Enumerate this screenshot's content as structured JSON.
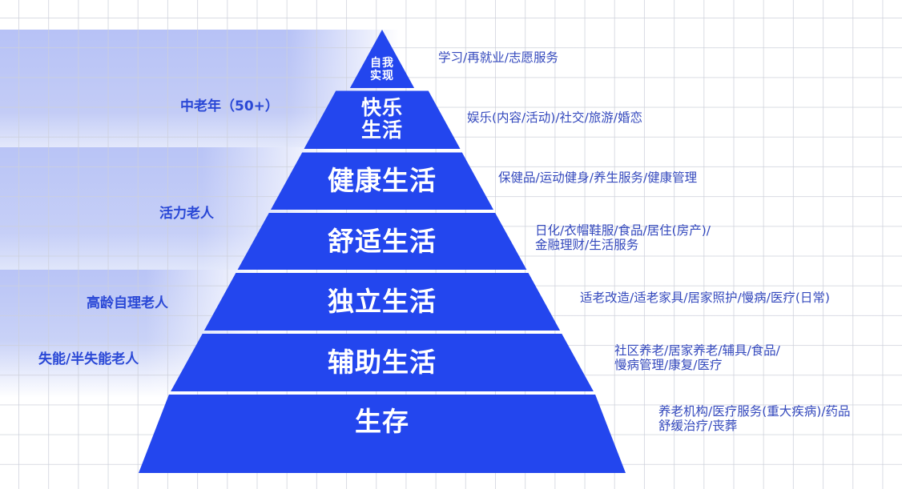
{
  "colors": {
    "pyramid_fill": "#2346ee",
    "tier_text": "#ffffff",
    "group_label": "#2a48d6",
    "description_text": "#3449bd",
    "band_fill": "#b9c4f6",
    "grid_line": "#cdd0da",
    "background": "#ffffff"
  },
  "pyramid": {
    "tiers": [
      {
        "label_line1": "自我",
        "label_line2": "实现",
        "description_line1": "学习/再就业/志愿服务",
        "description_line2": ""
      },
      {
        "label_line1": "快乐",
        "label_line2": "生活",
        "description_line1": "娱乐(内容/活动)/社交/旅游/婚恋",
        "description_line2": ""
      },
      {
        "label_line1": "健康生活",
        "label_line2": "",
        "description_line1": "保健品/运动健身/养生服务/健康管理",
        "description_line2": ""
      },
      {
        "label_line1": "舒适生活",
        "label_line2": "",
        "description_line1": "日化/衣帽鞋服/食品/居住(房产)/",
        "description_line2": "金融理财/生活服务"
      },
      {
        "label_line1": "独立生活",
        "label_line2": "",
        "description_line1": "适老改造/适老家具/居家照护/慢病/医疗(日常)",
        "description_line2": ""
      },
      {
        "label_line1": "辅助生活",
        "label_line2": "",
        "description_line1": "社区养老/居家养老/辅具/食品/",
        "description_line2": "慢病管理/康复/医疗"
      },
      {
        "label_line1": "生存",
        "label_line2": "",
        "description_line1": "养老机构/医疗服务(重大疾病)/药品",
        "description_line2": "舒缓治疗/丧葬"
      }
    ]
  },
  "groups": [
    {
      "label": "中老年（50+）"
    },
    {
      "label": "活力老人"
    },
    {
      "label": "高龄自理老人"
    },
    {
      "label": "失能/半失能老人"
    }
  ]
}
